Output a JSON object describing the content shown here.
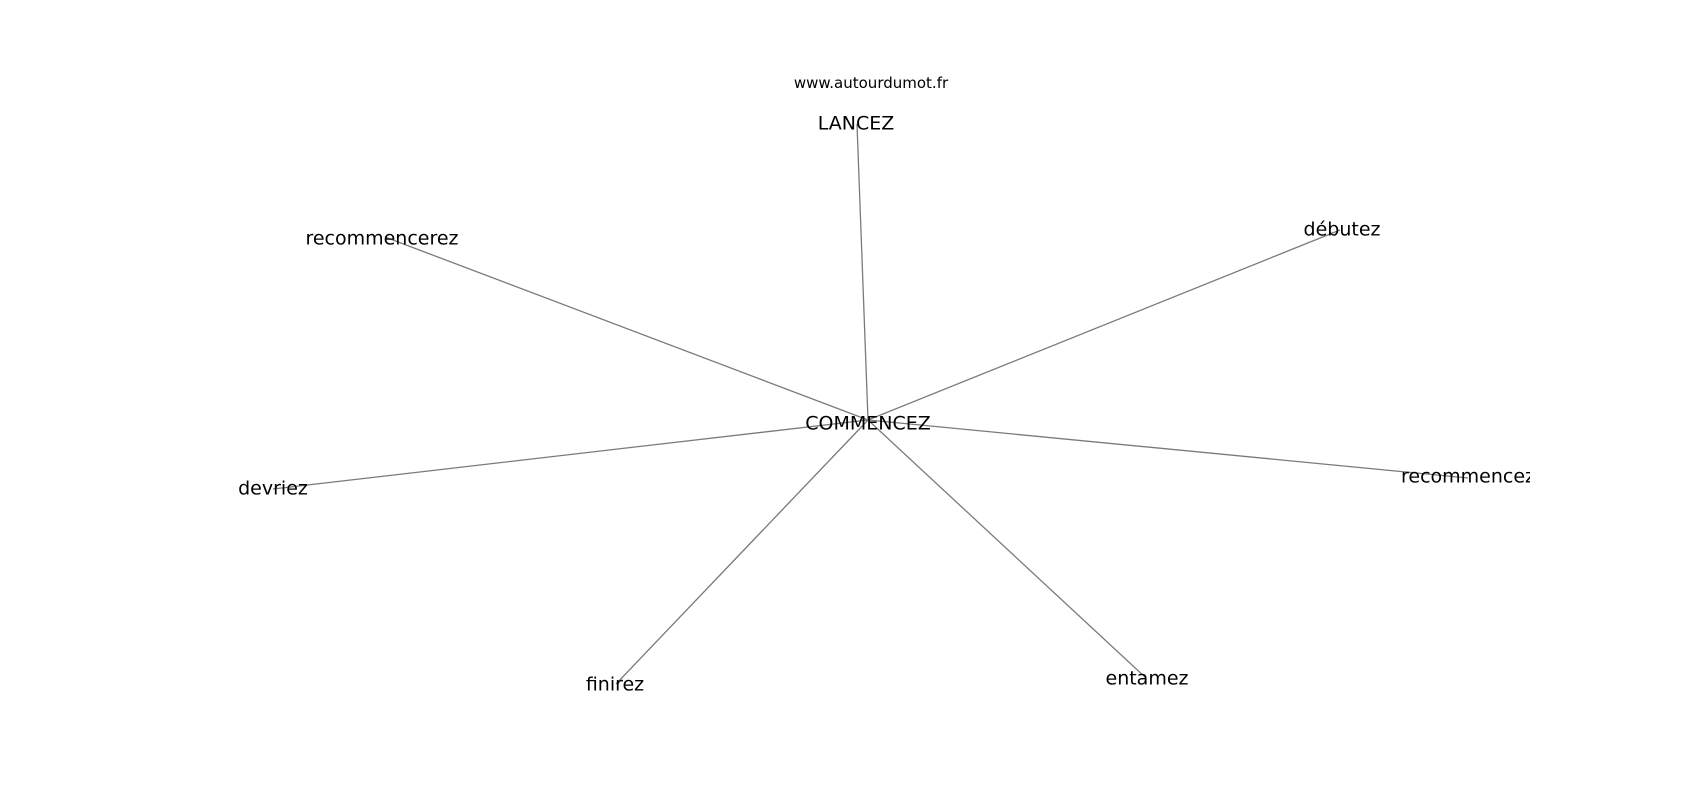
{
  "source": "www.autourdumot.fr",
  "center": "COMMENCEZ",
  "nodes": [
    "LANCEZ",
    "débutez",
    "recommencerez",
    "devriez",
    "recommencez",
    "finirez",
    "entamez"
  ],
  "colors": {
    "edge": "#7a7a7a",
    "text": "#000000",
    "background": "#ffffff"
  }
}
